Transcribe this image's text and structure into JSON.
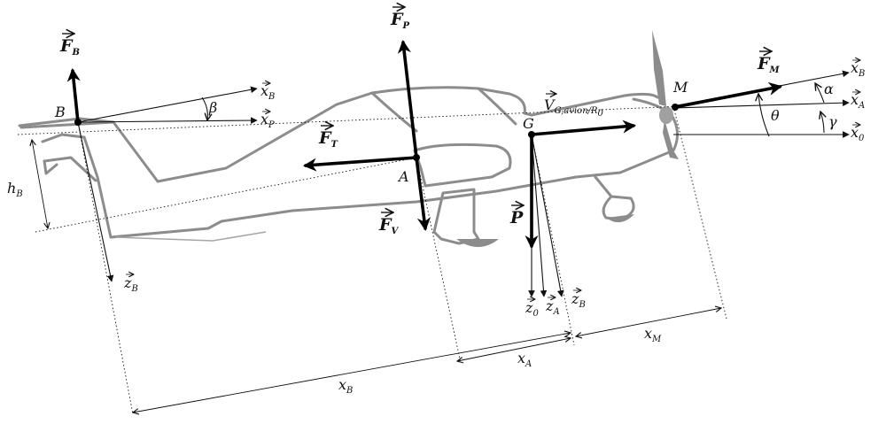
{
  "points": {
    "B": "B",
    "A": "A",
    "G": "G",
    "M": "M"
  },
  "forces": {
    "FB": {
      "name": "F",
      "sub": "B"
    },
    "FP": {
      "name": "F",
      "sub": "P"
    },
    "FT": {
      "name": "F",
      "sub": "T"
    },
    "FV": {
      "name": "F",
      "sub": "V"
    },
    "FM": {
      "name": "F",
      "sub": "M"
    },
    "P": {
      "name": "P",
      "sub": ""
    }
  },
  "velocity": {
    "name": "V",
    "sub": "G,avion/R",
    "subsub": "0"
  },
  "axes": {
    "xB_tail": {
      "name": "x",
      "sub": "B"
    },
    "xP_tail": {
      "name": "x",
      "sub": "P"
    },
    "zB_tail": {
      "name": "z",
      "sub": "B"
    },
    "xB_right": {
      "name": "x",
      "sub": "B"
    },
    "xA_right": {
      "name": "x",
      "sub": "A"
    },
    "x0_right": {
      "name": "x",
      "sub": "0"
    },
    "z0": {
      "name": "z",
      "sub": "0"
    },
    "zA": {
      "name": "z",
      "sub": "A"
    },
    "zB": {
      "name": "z",
      "sub": "B"
    }
  },
  "angles": {
    "beta": "β",
    "alpha": "α",
    "theta": "θ",
    "gamma": "γ"
  },
  "dimensions": {
    "hB": {
      "name": "h",
      "sub": "B"
    },
    "xA": {
      "name": "x",
      "sub": "A"
    },
    "xB": {
      "name": "x",
      "sub": "B"
    },
    "xM": {
      "name": "x",
      "sub": "M"
    }
  },
  "colors": {
    "aircraft": "#8c8c8c",
    "forces": "#000000",
    "construction": "#111111"
  }
}
